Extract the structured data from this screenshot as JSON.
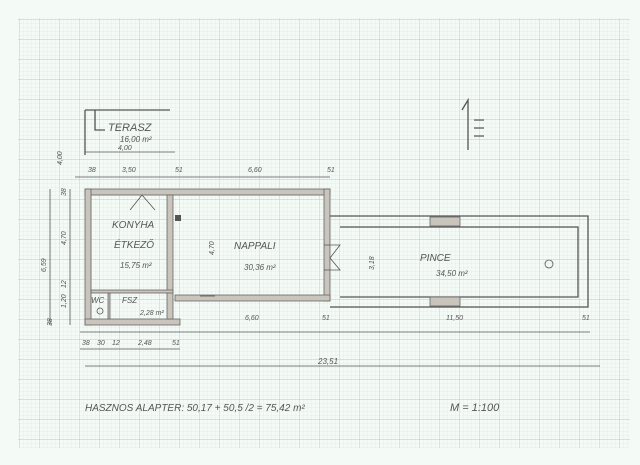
{
  "plan": {
    "rooms": {
      "terasz": {
        "name": "TERASZ",
        "area": "16,00 m²"
      },
      "konyha": {
        "name": "KONYHA",
        "name2": "ÉTKEZŐ",
        "area": "15,75 m²"
      },
      "nappali": {
        "name": "NAPPALI",
        "area": "30,36 m²"
      },
      "pince": {
        "name": "PINCE",
        "area": "34,50 m²"
      },
      "wc": {
        "name": "WC"
      },
      "fsz": {
        "name": "FSZ",
        "area": "2,28 m²"
      }
    },
    "dimensions": {
      "terasz_width": "4,00",
      "terasz_depth": "4,00",
      "top_38": "38",
      "top_350": "3,50",
      "top_51a": "51",
      "top_660": "6,60",
      "top_51b": "51",
      "left_38": "38",
      "left_470": "4,70",
      "left_659": "6,59",
      "left_12": "12",
      "left_120": "1,20",
      "left_38b": "38",
      "nappali_height": "4,70",
      "pince_height": "3,18",
      "bottom_38": "38",
      "bottom_30": "30",
      "bottom_12": "12",
      "bottom_248": "2,48",
      "bottom_51a": "51",
      "bottom_660": "6,60",
      "bottom_51b": "51",
      "bottom_1150": "11,50",
      "bottom_51c": "51",
      "total": "23,51"
    },
    "footer": {
      "useful_area": "HASZNOS ALAPTER: 50,17 + 50,5 /2 = 75,42 m²",
      "scale": "M = 1:100"
    }
  }
}
